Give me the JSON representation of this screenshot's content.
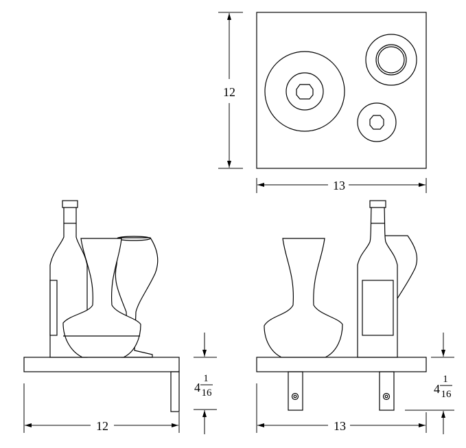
{
  "top_view": {
    "width_dim": "13",
    "height_dim": "12"
  },
  "front_view": {
    "width_dim": "12",
    "height_whole": "4",
    "height_num": "1",
    "height_den": "16"
  },
  "side_view": {
    "width_dim": "13",
    "height_whole": "4",
    "height_num": "1",
    "height_den": "16"
  }
}
